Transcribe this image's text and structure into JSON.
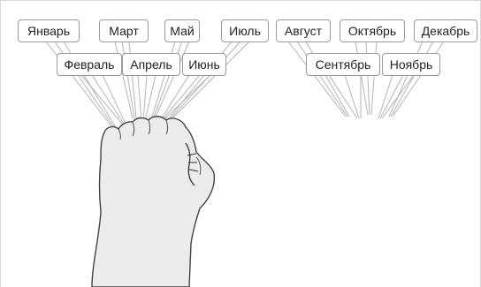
{
  "left_hand": {
    "months_row1": [
      "Январь",
      "Март",
      "Май",
      "Июль"
    ],
    "months_row2": [
      "Февраль",
      "Апрель",
      "Июнь"
    ]
  },
  "right_hand": {
    "months_row1": [
      "Август",
      "Октябрь",
      "Декабрь"
    ],
    "months_row2": [
      "Сентябрь",
      "Ноябрь"
    ]
  },
  "icons": [
    "left-fist-icon",
    "right-fist-icon"
  ],
  "colors": {
    "skin": "#ececec",
    "outline": "#444444",
    "leader": "#b0b0b0",
    "label_border": "#9a9a9a"
  }
}
